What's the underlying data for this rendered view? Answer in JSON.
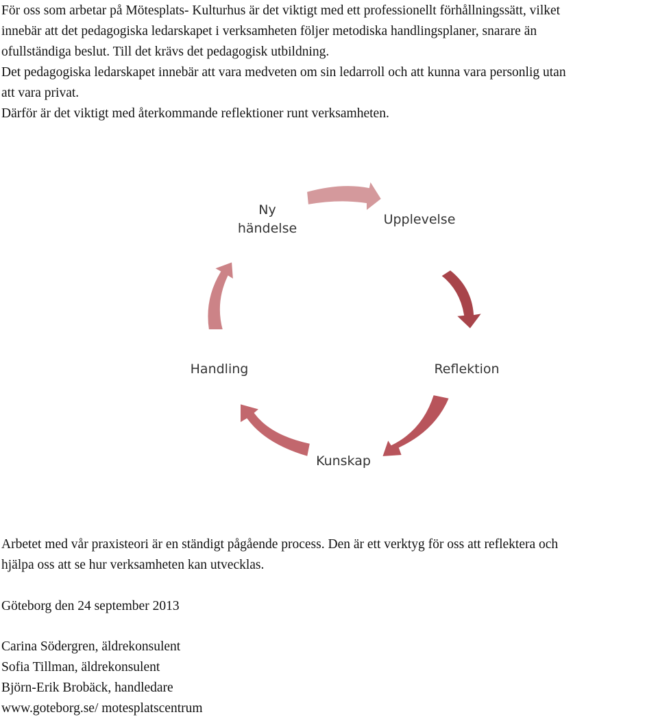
{
  "intro_lines": [
    "För oss som arbetar på Mötesplats- Kulturhus är det viktigt med ett professionellt förhållningssätt, vilket",
    "innebär att det pedagogiska ledarskapet i verksamheten följer metodiska handlingsplaner, snarare än",
    "ofullständiga beslut. Till det krävs det pedagogisk utbildning.",
    "Det pedagogiska ledarskapet innebär att vara medveten om sin ledarroll och att kunna vara personlig utan",
    "att vara privat.",
    "Därför är det viktigt med återkommande reflektioner runt verksamheten."
  ],
  "cycle": {
    "labels": {
      "ny_1": "Ny",
      "ny_2": "händelse",
      "upplevelse": "Upplevelse",
      "reflektion": "Reflektion",
      "kunskap": "Kunskap",
      "handling": "Handling"
    },
    "colors": {
      "arrow_top": "#d4999c",
      "arrow_right": "#a8444a",
      "arrow_bottom_right": "#b8545b",
      "arrow_bottom_left": "#c2676d",
      "arrow_left": "#cc8387"
    }
  },
  "outro_lines": [
    "Arbetet med vår praxisteori är en ständigt pågående process. Den är ett verktyg för oss att reflektera och",
    "hjälpa oss att se hur verksamheten kan utvecklas."
  ],
  "date_line": "Göteborg den 24 september 2013",
  "signatures": [
    "Carina Södergren, äldrekonsulent",
    "Sofia Tillman, äldrekonsulent",
    "Björn-Erik Brobäck, handledare",
    "www.goteborg.se/ motesplatscentrum"
  ]
}
